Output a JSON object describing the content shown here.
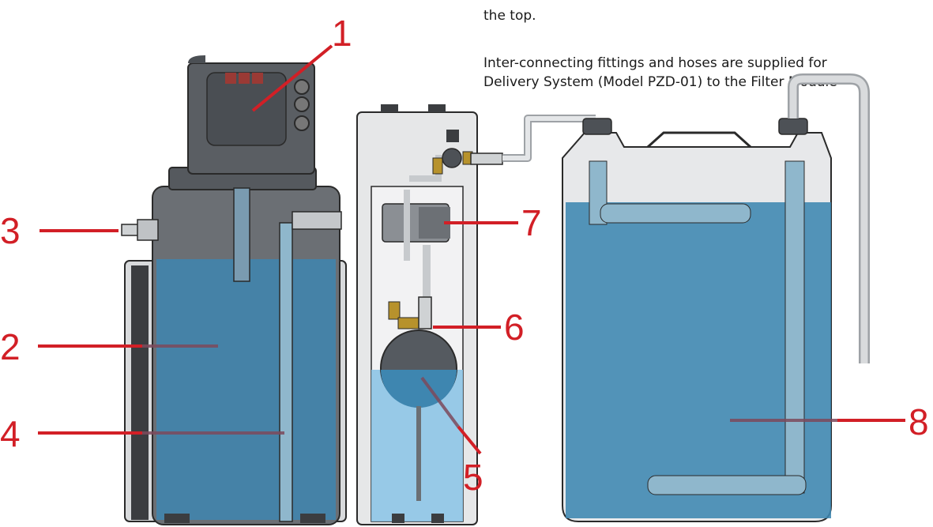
{
  "caption": {
    "top_fragment": "the top.",
    "line1": "Inter-connecting fittings and hoses are supplied for",
    "line2": "Delivery System (Model PZD-01) to the Filter Module"
  },
  "callouts": [
    "1",
    "2",
    "3",
    "4",
    "5",
    "6",
    "7",
    "8"
  ],
  "colors": {
    "callout": "#d21f26",
    "pointer": "#7d4a5c",
    "water": "#3e86b0",
    "housing": "#5a5e63",
    "outline": "#2a2a2a"
  }
}
